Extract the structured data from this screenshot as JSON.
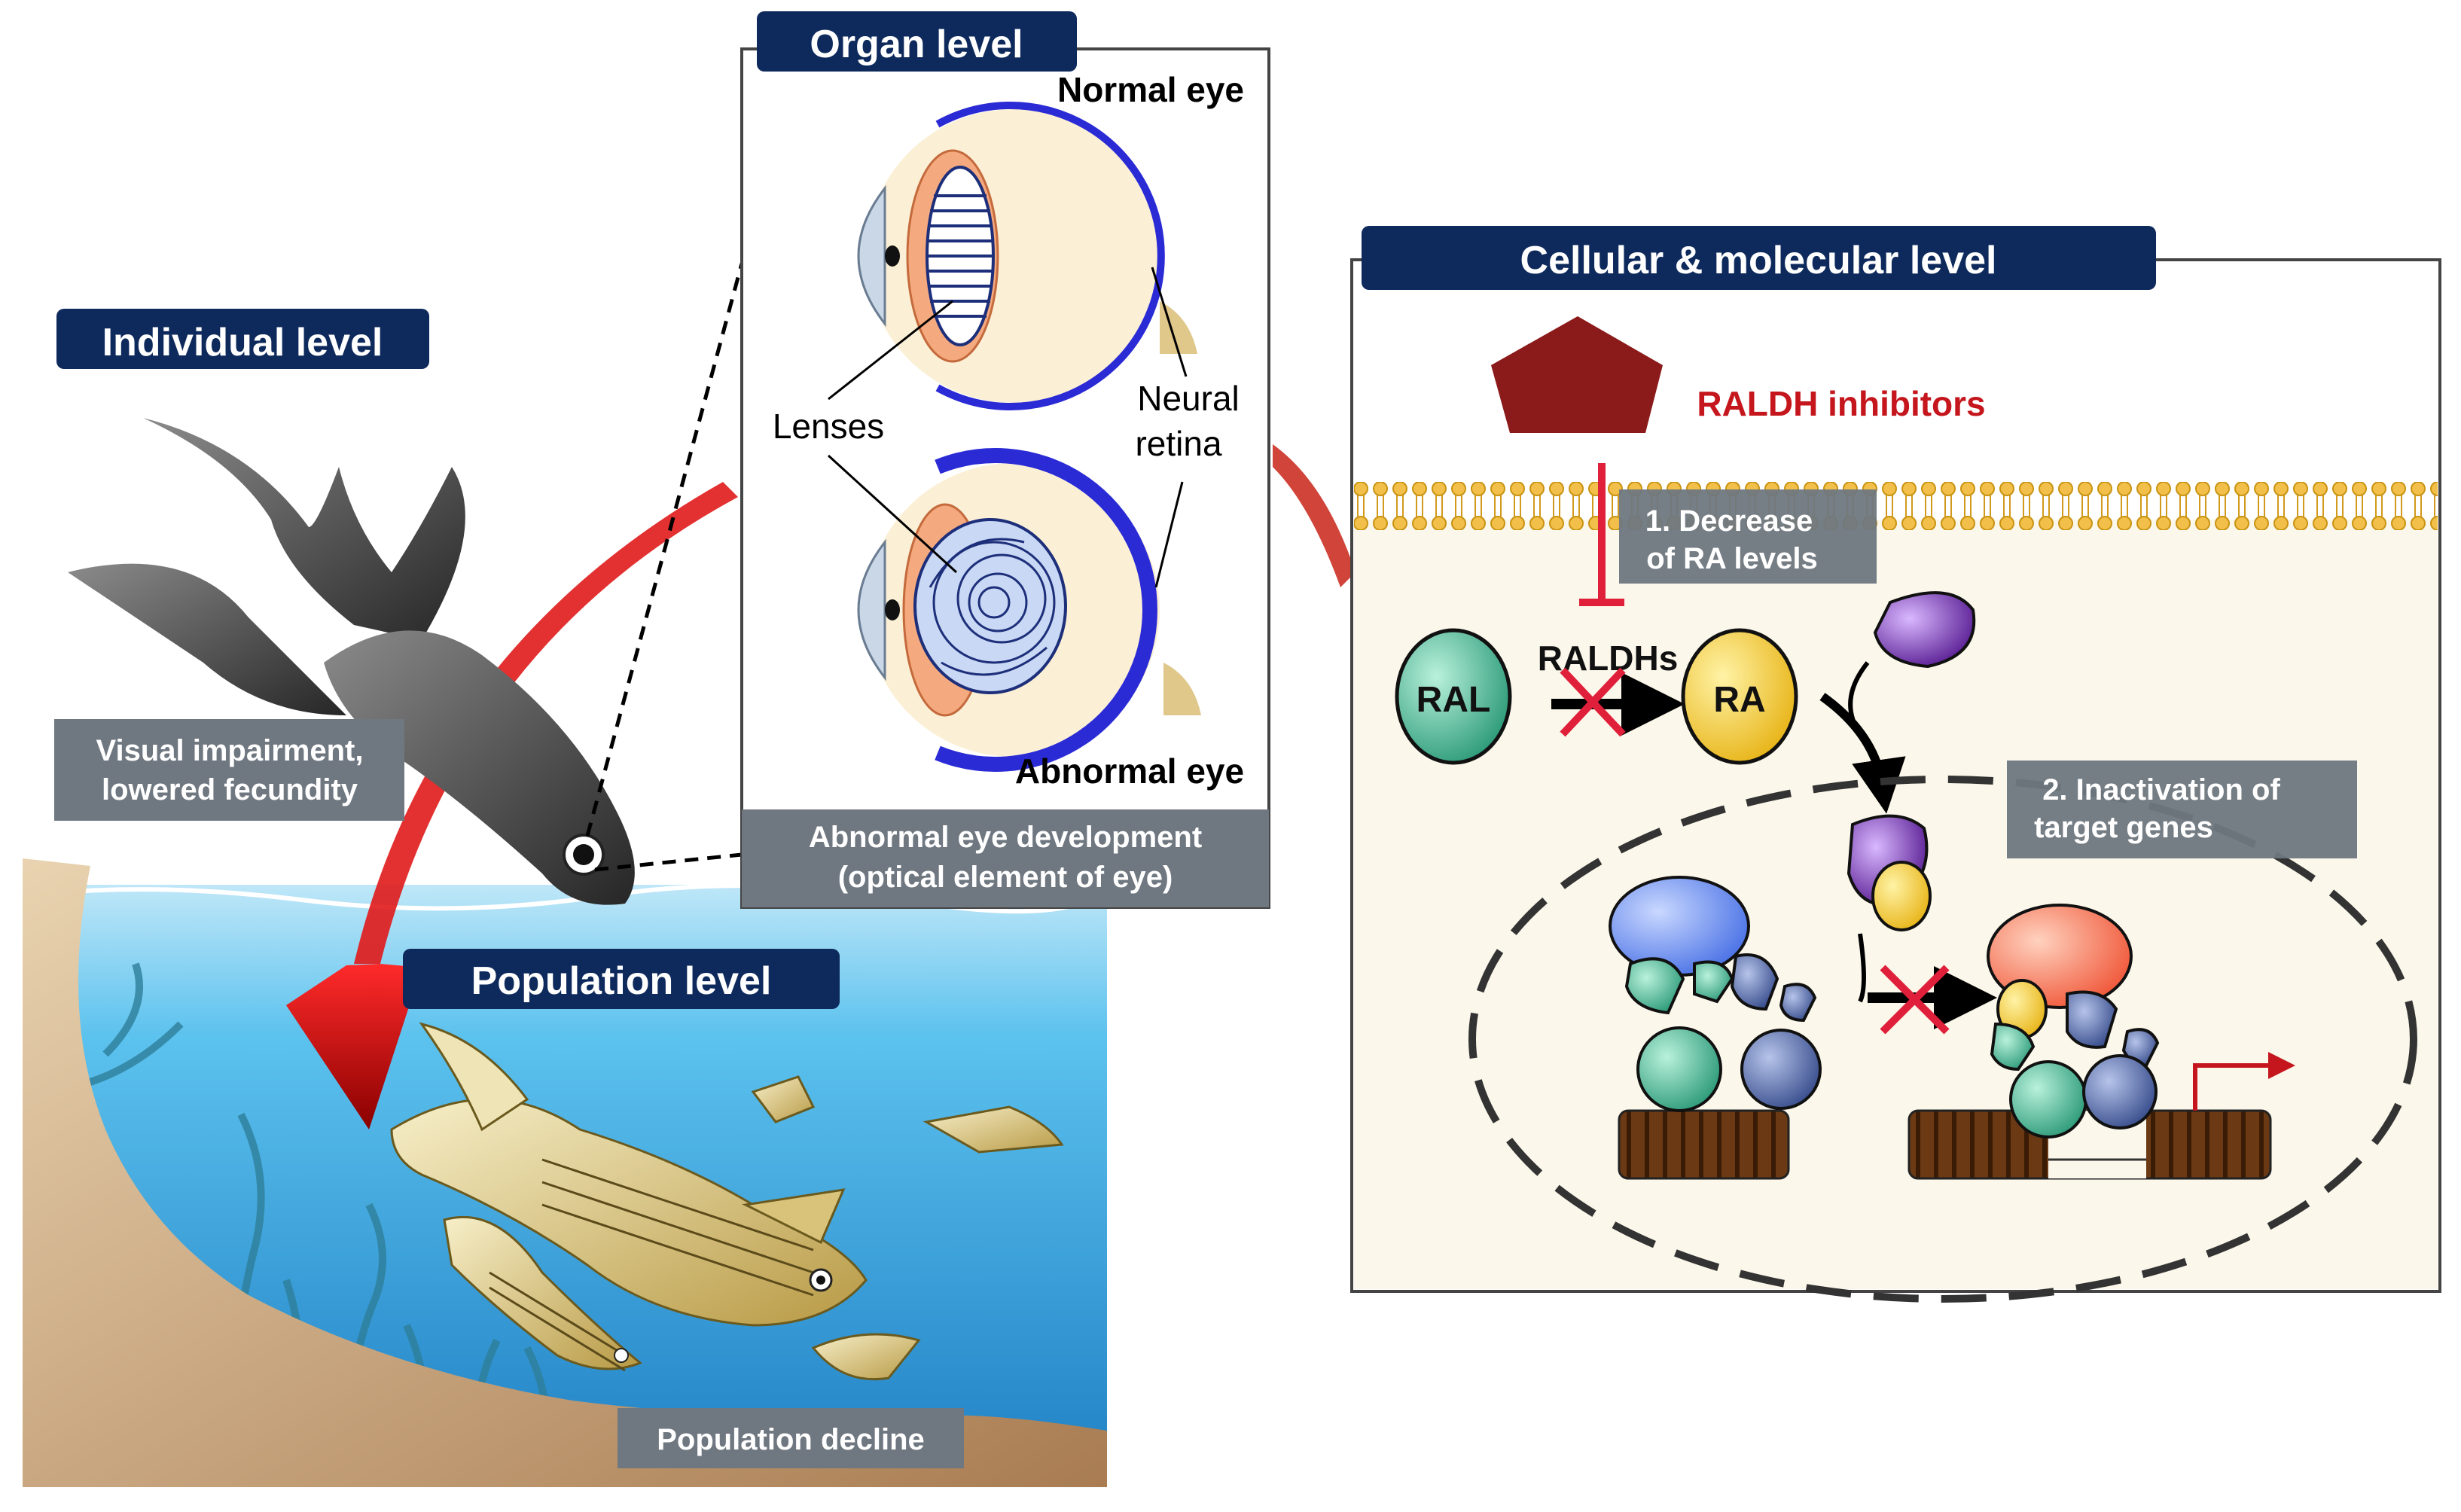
{
  "levels": {
    "organ": "Organ level",
    "cellular": "Cellular & molecular level",
    "individual": "Individual level",
    "population": "Population level"
  },
  "organ": {
    "normal_eye": "Normal eye",
    "abnormal_eye": "Abnormal eye",
    "lenses": "Lenses",
    "neural_line1": "Neural",
    "neural_line2": "retina",
    "caption_line1": "Abnormal eye development",
    "caption_line2": "(optical element of eye)"
  },
  "individual": {
    "caption_line1": "Visual impairment,",
    "caption_line2": "lowered fecundity"
  },
  "population": {
    "caption": "Population decline"
  },
  "cellular": {
    "inhibitor_label": "RALDH inhibitors",
    "step1_line1": "1. Decrease",
    "step1_line2": "of RA levels",
    "step2_line1": "2. Inactivation of",
    "step2_line2": "target genes",
    "ral": "RAL",
    "raldhs": "RALDHs",
    "ra": "RA"
  },
  "colors": {
    "navy": "#0e2a5c",
    "gray_box": "#6f7780",
    "inhibitor_red": "#c4161c",
    "pentagon": "#8b1a1a",
    "membrane": "#f2c04a",
    "water": "#45b4e8",
    "ground": "#c9a67a",
    "eye_blue": "#2b2bd6"
  }
}
